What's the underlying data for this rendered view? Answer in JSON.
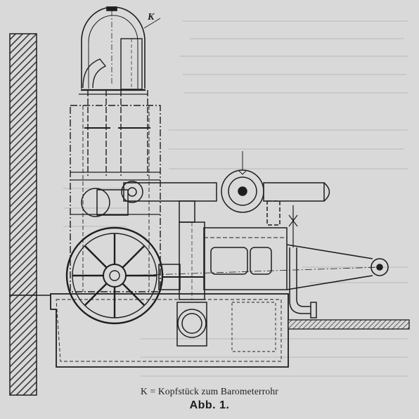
{
  "figure": {
    "component_label": "K",
    "caption": "K = Kopfstück zum Barometerrohr",
    "title": "Abb. 1."
  },
  "colors": {
    "paper": "#d9d9d9",
    "ink": "#1e1e1e",
    "hatch": "#3a3a3a"
  }
}
